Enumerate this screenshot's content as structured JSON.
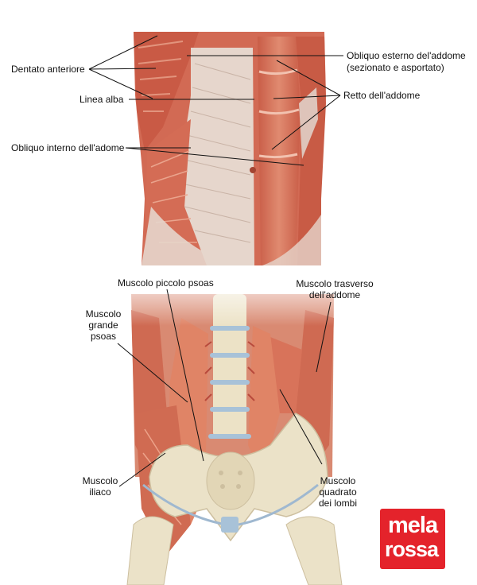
{
  "labels": {
    "dentato_anteriore": "Dentato anteriore",
    "linea_alba": "Linea alba",
    "obliquo_interno": "Obliquo interno dell'adome",
    "obliquo_esterno_1": "Obliquo esterno del'addome",
    "obliquo_esterno_2": "(sezionato e asportato)",
    "retto": "Retto dell'addome",
    "piccolo_psoas": "Muscolo piccolo psoas",
    "trasverso_1": "Muscolo trasverso",
    "trasverso_2": "dell'addome",
    "grande_psoas_1": "Muscolo",
    "grande_psoas_2": "grande",
    "grande_psoas_3": "psoas",
    "iliaco_1": "Muscolo",
    "iliaco_2": "iliaco",
    "quadrato_1": "Muscolo",
    "quadrato_2": "quadrato",
    "quadrato_3": "dei lombi"
  },
  "logo": {
    "line1": "mela",
    "line2": "rossa"
  },
  "colors": {
    "muscle": "#d9735a",
    "muscle_dark": "#b94a36",
    "fascia": "#e8d9cf",
    "bone": "#ebe2c8",
    "brand": "#e4232b"
  }
}
